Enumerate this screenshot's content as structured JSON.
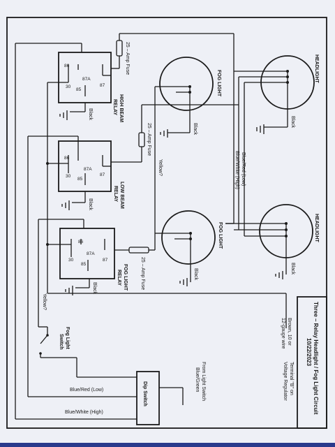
{
  "title": {
    "line1": "Three – Relay Headlight / Fog Light Circuit",
    "line2": "10/22/2023"
  },
  "headlight_top": {
    "label": "HEADLIGHT",
    "ground": "Black"
  },
  "headlight_bottom": {
    "label": "HEADLIGHT",
    "ground": "Black"
  },
  "fog_light_top": {
    "label": "FOG LIGHT",
    "ground": "Black"
  },
  "fog_light_bottom": {
    "label": "FOG LIGHT",
    "ground": "Black"
  },
  "relay_high": {
    "line1": "HIGH BEAM",
    "line2": "RELAY",
    "ground": "Black"
  },
  "relay_low": {
    "line1": "LOW BEAM",
    "line2": "RELAY",
    "ground": "Black"
  },
  "relay_fog": {
    "line1": "FOG LIGHT",
    "line2": "RELAY",
    "ground": "Black"
  },
  "relay_pins": {
    "p86": "86",
    "p87a": "87A",
    "p87": "87",
    "p30": "30",
    "p85": "85"
  },
  "fuses": {
    "high": "25 – Amp Fuse",
    "low": "25 – Amp Fuse",
    "fog": "25 – Amp Fuse"
  },
  "wires": {
    "blue_white_high": "Blue/White (High)",
    "blue_red_low": "Blue/Red (Low)",
    "yellow_mid": "Yellow?",
    "yellow_left": "Yellow?",
    "bottom_blue_red": "Blue/Red (Low)",
    "bottom_blue_white": "Blue/White (High)",
    "brown": [
      "Brown, 10 or",
      "12-gauge wire"
    ],
    "terminal_b": [
      "Terminal \"B\" on",
      "Voltage Regulator"
    ],
    "from_switch": [
      "From Light Switch",
      "Blue/Green"
    ]
  },
  "fog_switch": [
    "Fog Light",
    "Switch"
  ],
  "dip_switch": "Dip Switch"
}
